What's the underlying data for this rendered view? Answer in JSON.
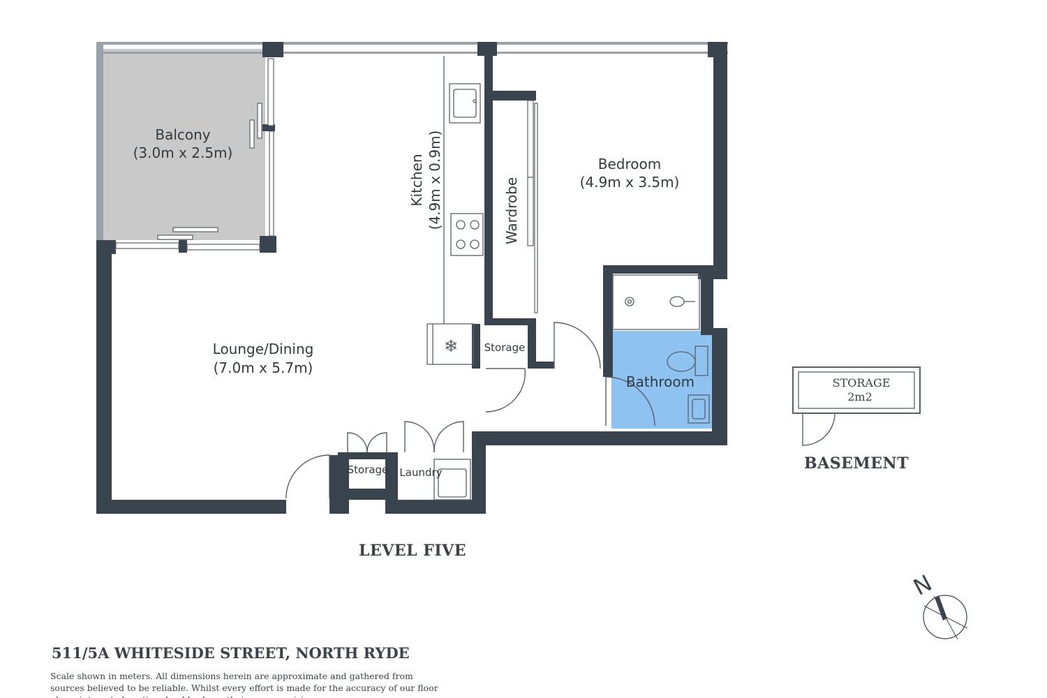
{
  "colors": {
    "wall": "#3a444e",
    "balcony": "#c8c9c8",
    "bathroom": "#8ec2f0"
  },
  "rooms": {
    "balcony": {
      "name": "Balcony",
      "dims": "(3.0m x 2.5m)"
    },
    "kitchen": {
      "name": "Kitchen",
      "dims": "(4.9m x 0.9m)"
    },
    "wardrobe": {
      "name": "Wardrobe"
    },
    "bedroom": {
      "name": "Bedroom",
      "dims": "(4.9m x 3.5m)"
    },
    "lounge": {
      "name": "Lounge/Dining",
      "dims": "(7.0m x 5.7m)"
    },
    "storage_hall": {
      "name": "Storage"
    },
    "bathroom": {
      "name": "Bathroom"
    },
    "storage_entry": {
      "name": "Storage"
    },
    "laundry": {
      "name": "Laundry"
    }
  },
  "basement": {
    "storage_label": "STORAGE",
    "storage_area": "2m2",
    "title": "BASEMENT"
  },
  "level_title": "LEVEL FIVE",
  "compass": {
    "label": "N"
  },
  "address": "511/5A WHITESIDE STREET, NORTH RYDE",
  "disclaimer": "Scale shown in meters. All dimensions herein are approximate and gathered from sources believed to be  reliable. Whilst every effort is made for the accuracy of our floor plans, interested parties should rely on their own enquiries."
}
